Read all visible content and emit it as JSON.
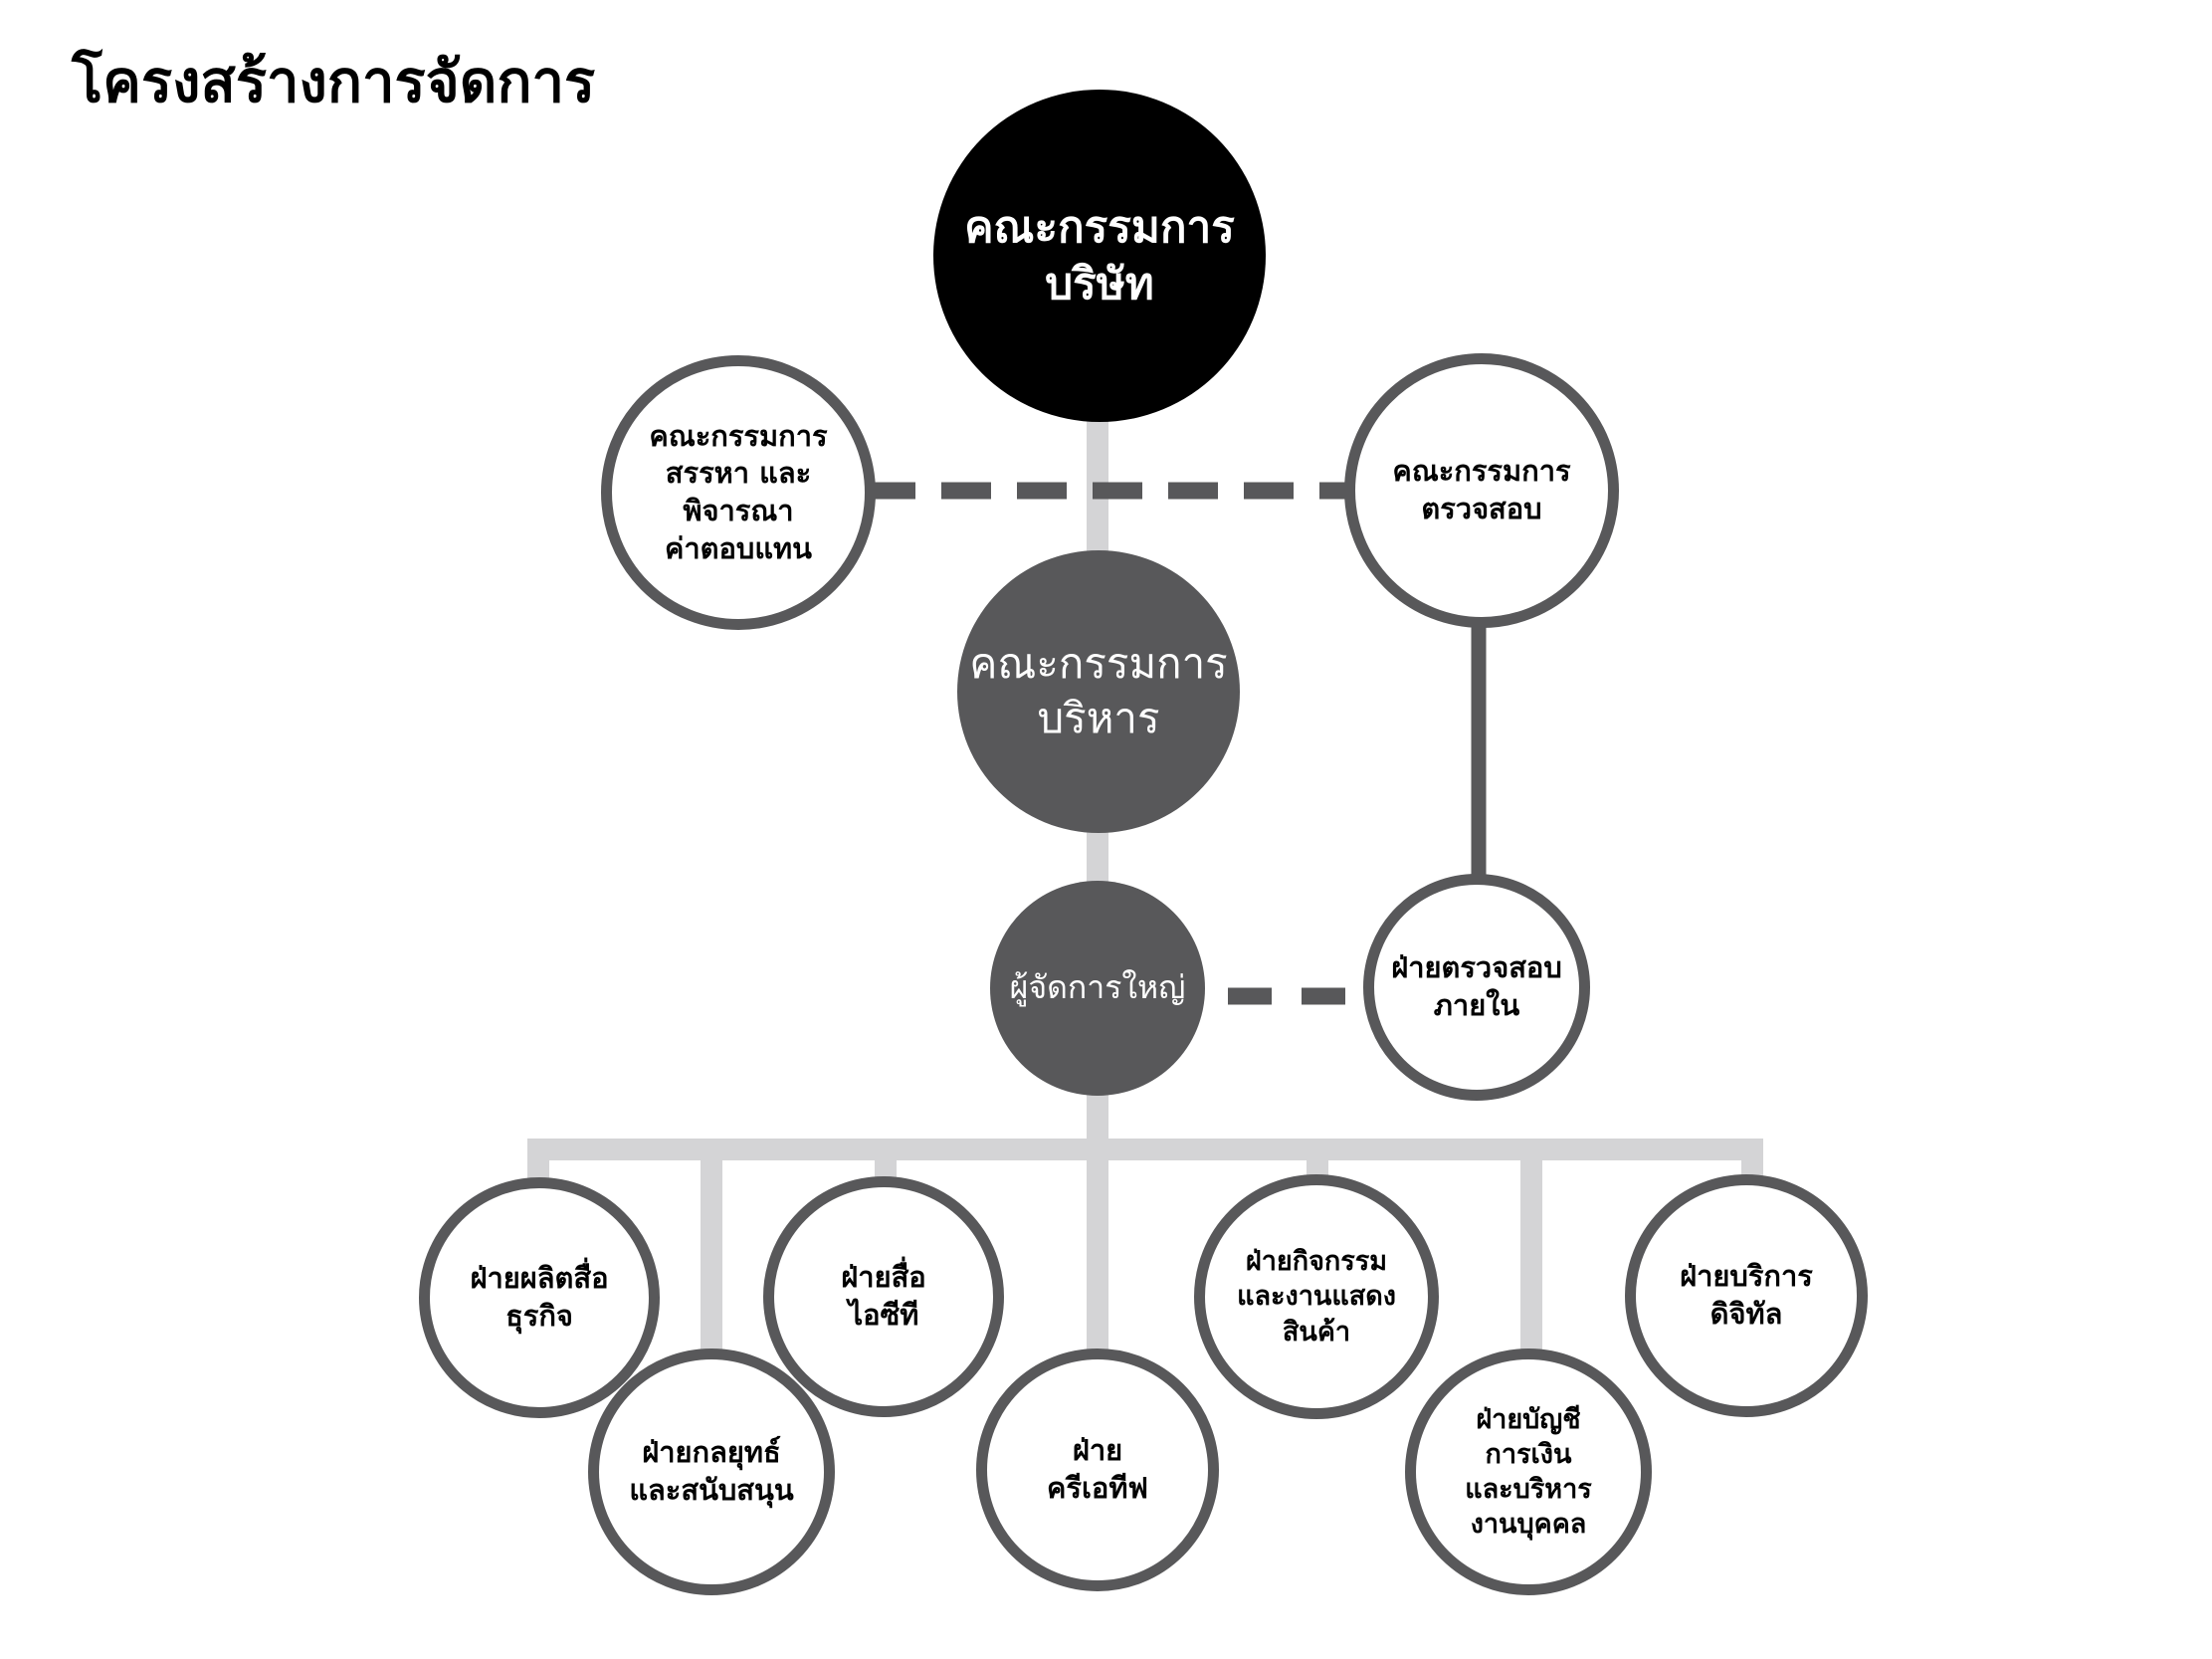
{
  "title": "โครงสร้างการจัดการ",
  "colors": {
    "board": "#000000",
    "executive": "#58585a",
    "outline": "#58585a",
    "connector_light": "#d4d4d6",
    "connector_dark": "#58585a"
  },
  "nodes": {
    "board": "คณะกรรมการ\nบริษัท",
    "nomination": "คณะกรรมการ\nสรรหา และ\nพิจารณา\nค่าตอบแทน",
    "audit": "คณะกรรมการ\nตรวจสอบ",
    "executive": "คณะกรรมการ\nบริหาร",
    "ceo": "ผู้จัดการใหญ่",
    "internal_audit": "ฝ่ายตรวจสอบ\nภายใน",
    "departments": [
      "ฝ่ายผลิตสื่อ\nธุรกิจ",
      "ฝ่ายกลยุทธ์\nและสนับสนุน",
      "ฝ่ายสื่อ\nไอซีที",
      "ฝ่าย\nครีเอทีฟ",
      "ฝ่ายกิจกรรม\nและงานแสดง\nสินค้า",
      "ฝ่ายบัญชี\nการเงิน\nและบริหาร\nงานบุคคล",
      "ฝ่ายบริการ\nดิจิทัล"
    ]
  },
  "relations": [
    {
      "from": "board",
      "to": "executive",
      "style": "solid"
    },
    {
      "from": "executive",
      "to": "ceo",
      "style": "solid"
    },
    {
      "from": "nomination",
      "to": "audit",
      "style": "dashed"
    },
    {
      "from": "audit",
      "to": "internal_audit",
      "style": "solid"
    },
    {
      "from": "ceo",
      "to": "internal_audit",
      "style": "dashed"
    },
    {
      "from": "ceo",
      "to": "departments",
      "style": "solid"
    }
  ]
}
